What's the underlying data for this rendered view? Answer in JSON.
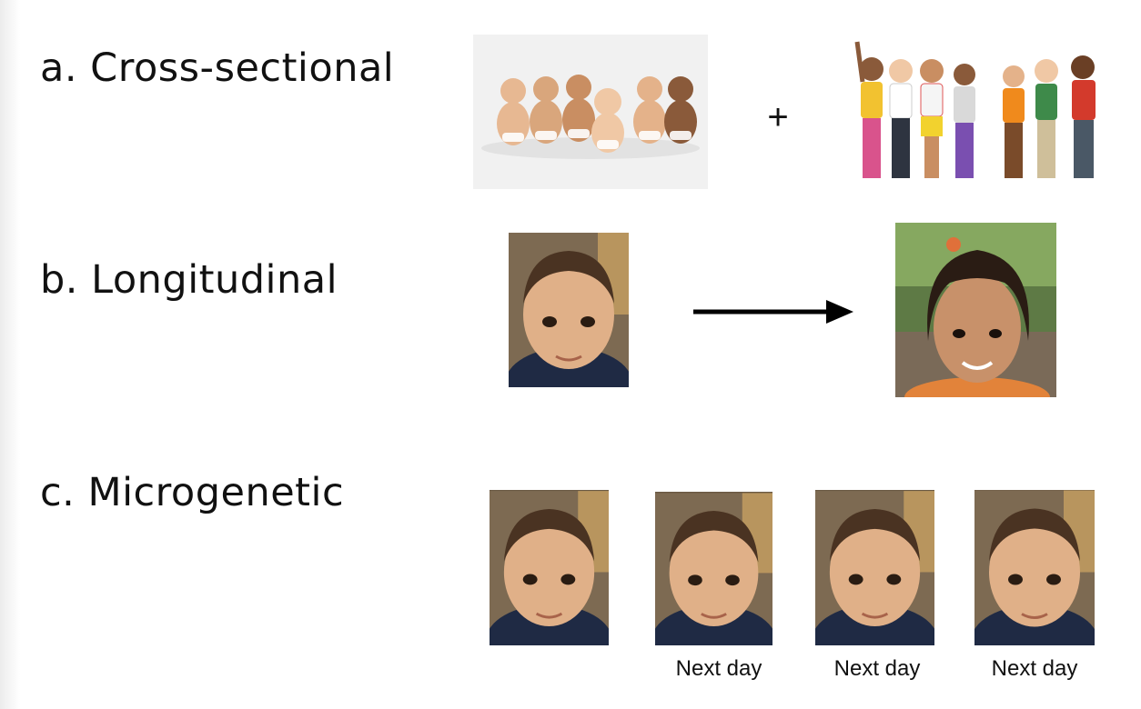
{
  "rows": {
    "cross_sectional": {
      "label": "a. Cross-sectional",
      "operator": "+"
    },
    "longitudinal": {
      "label": "b. Longitudinal"
    },
    "microgenetic": {
      "label": "c. Microgenetic",
      "captions": [
        "Next day",
        "Next day",
        "Next day"
      ]
    }
  },
  "colors": {
    "text": "#111111",
    "arrow": "#000000",
    "skin": "#e0b088",
    "hair": "#4a3322",
    "toddler_background": "#5e7a45"
  },
  "icons": {
    "arrow": "right-arrow-icon"
  }
}
